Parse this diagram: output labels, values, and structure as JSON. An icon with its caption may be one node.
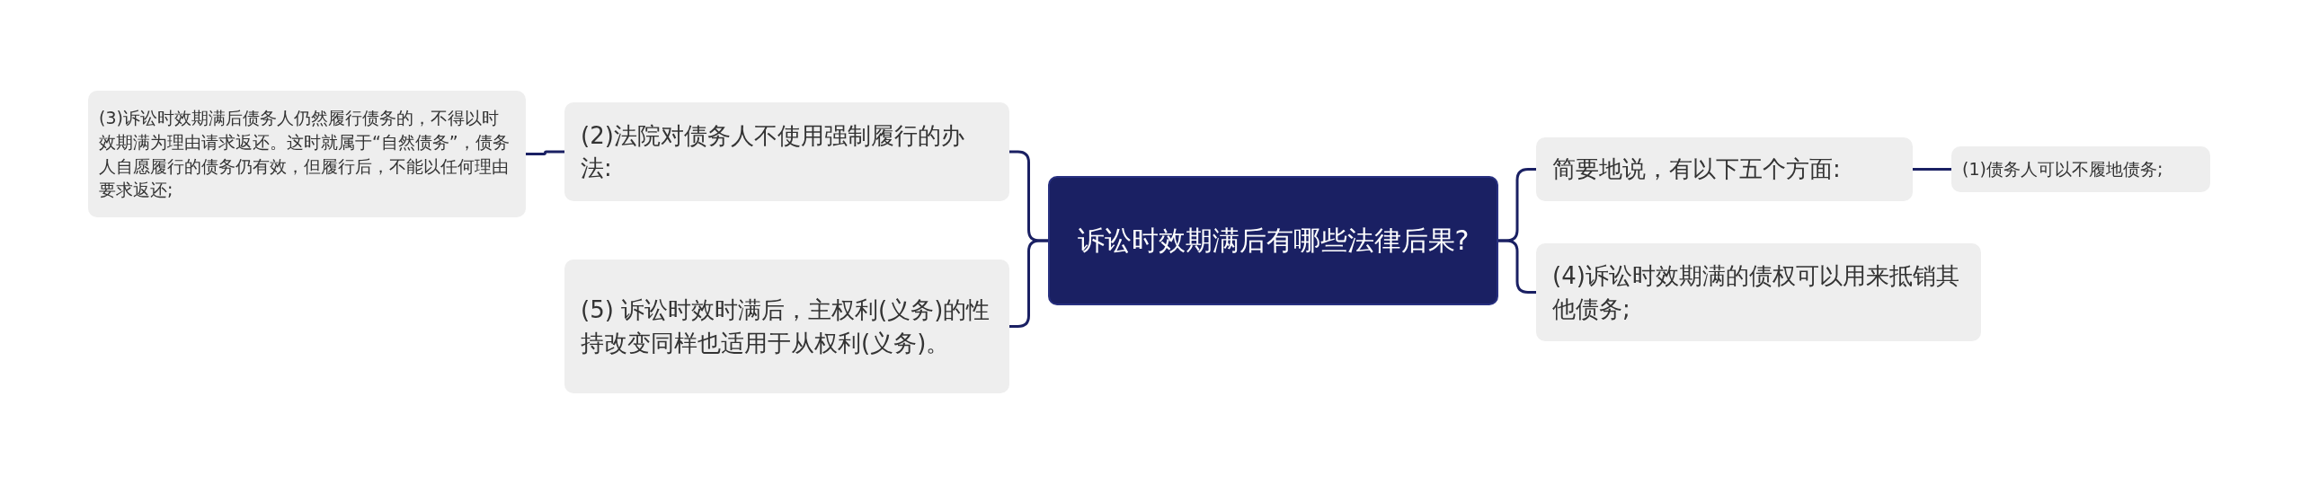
{
  "diagram": {
    "nodes": [
      {
        "text": [
          "诉讼时效期满后有哪些法律后果?"
        ]
      },
      {
        "text": [
          "(2)法院对债务人不使用强制履行的办法:"
        ]
      },
      {
        "text": [
          "(3)诉讼时效期满后债务人仍然履行债务的，不得以时效期满为理由请求返还。这时就属于“自然债务”，债务人自愿履行的债务仍有效，但履行后，不能以任何理由要求返还;"
        ]
      },
      {
        "text": [
          "(5) 诉讼时效时满后，主权利(义务)的性持改变同样也适用于从权利(义务)。"
        ]
      },
      {
        "text": [
          "简要地说，有以下五个方面:"
        ]
      },
      {
        "text": [
          "(1)债务人可以不履地债务;"
        ]
      },
      {
        "text": [
          "(4)诉讼时效期满的债权可以用来抵销其他债务;"
        ]
      }
    ],
    "edges": [
      {
        "from": 0,
        "to": 1,
        "arrow": "none"
      },
      {
        "from": 1,
        "to": 2,
        "arrow": "none"
      },
      {
        "from": 0,
        "to": 3,
        "arrow": "none"
      },
      {
        "from": 0,
        "to": 4,
        "arrow": "none"
      },
      {
        "from": 4,
        "to": 5,
        "arrow": "none"
      },
      {
        "from": 0,
        "to": 6,
        "arrow": "none"
      }
    ]
  }
}
